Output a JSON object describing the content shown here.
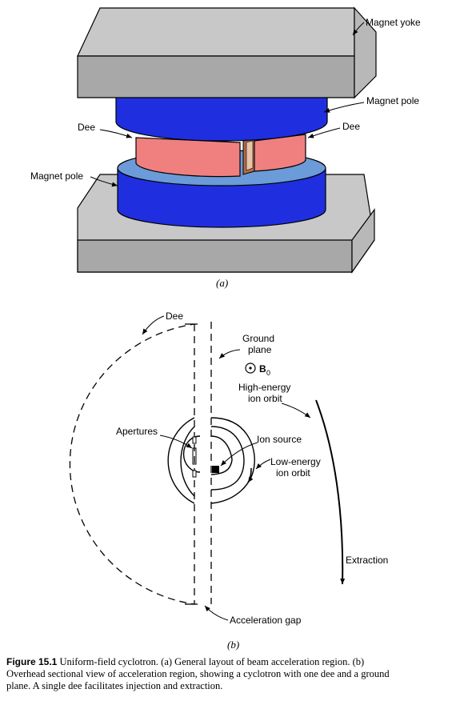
{
  "panel_a": {
    "labels": {
      "magnet_yoke": "Magnet yoke",
      "magnet_pole_top": "Magnet pole",
      "dee_left": "Dee",
      "dee_right": "Dee",
      "magnet_pole_bottom": "Magnet pole"
    },
    "sublabel": "(a)",
    "colors": {
      "yoke": "#c8c8c8",
      "pole": "#1f2fe0",
      "pole_face": "#6b9bd8",
      "dee": "#f08080"
    }
  },
  "panel_b": {
    "labels": {
      "dee": "Dee",
      "ground_plane_1": "Ground",
      "ground_plane_2": "plane",
      "field": "B",
      "field_sub": "0",
      "high_energy_1": "High-energy",
      "high_energy_2": "ion orbit",
      "apertures": "Apertures",
      "ion_source": "Ion source",
      "low_energy_1": "Low-energy",
      "low_energy_2": "ion orbit",
      "extraction": "Extraction",
      "accel_gap": "Acceleration gap"
    },
    "sublabel": "(b)"
  },
  "caption": {
    "figure_label": "Figure 15.1",
    "line1": "Uniform-field cyclotron. (a) General layout of beam acceleration region. (b)",
    "line2": "Overhead sectional view of acceleration region, showing a cyclotron with one dee and a ground",
    "line3": "plane. A single dee facilitates injection and extraction."
  }
}
